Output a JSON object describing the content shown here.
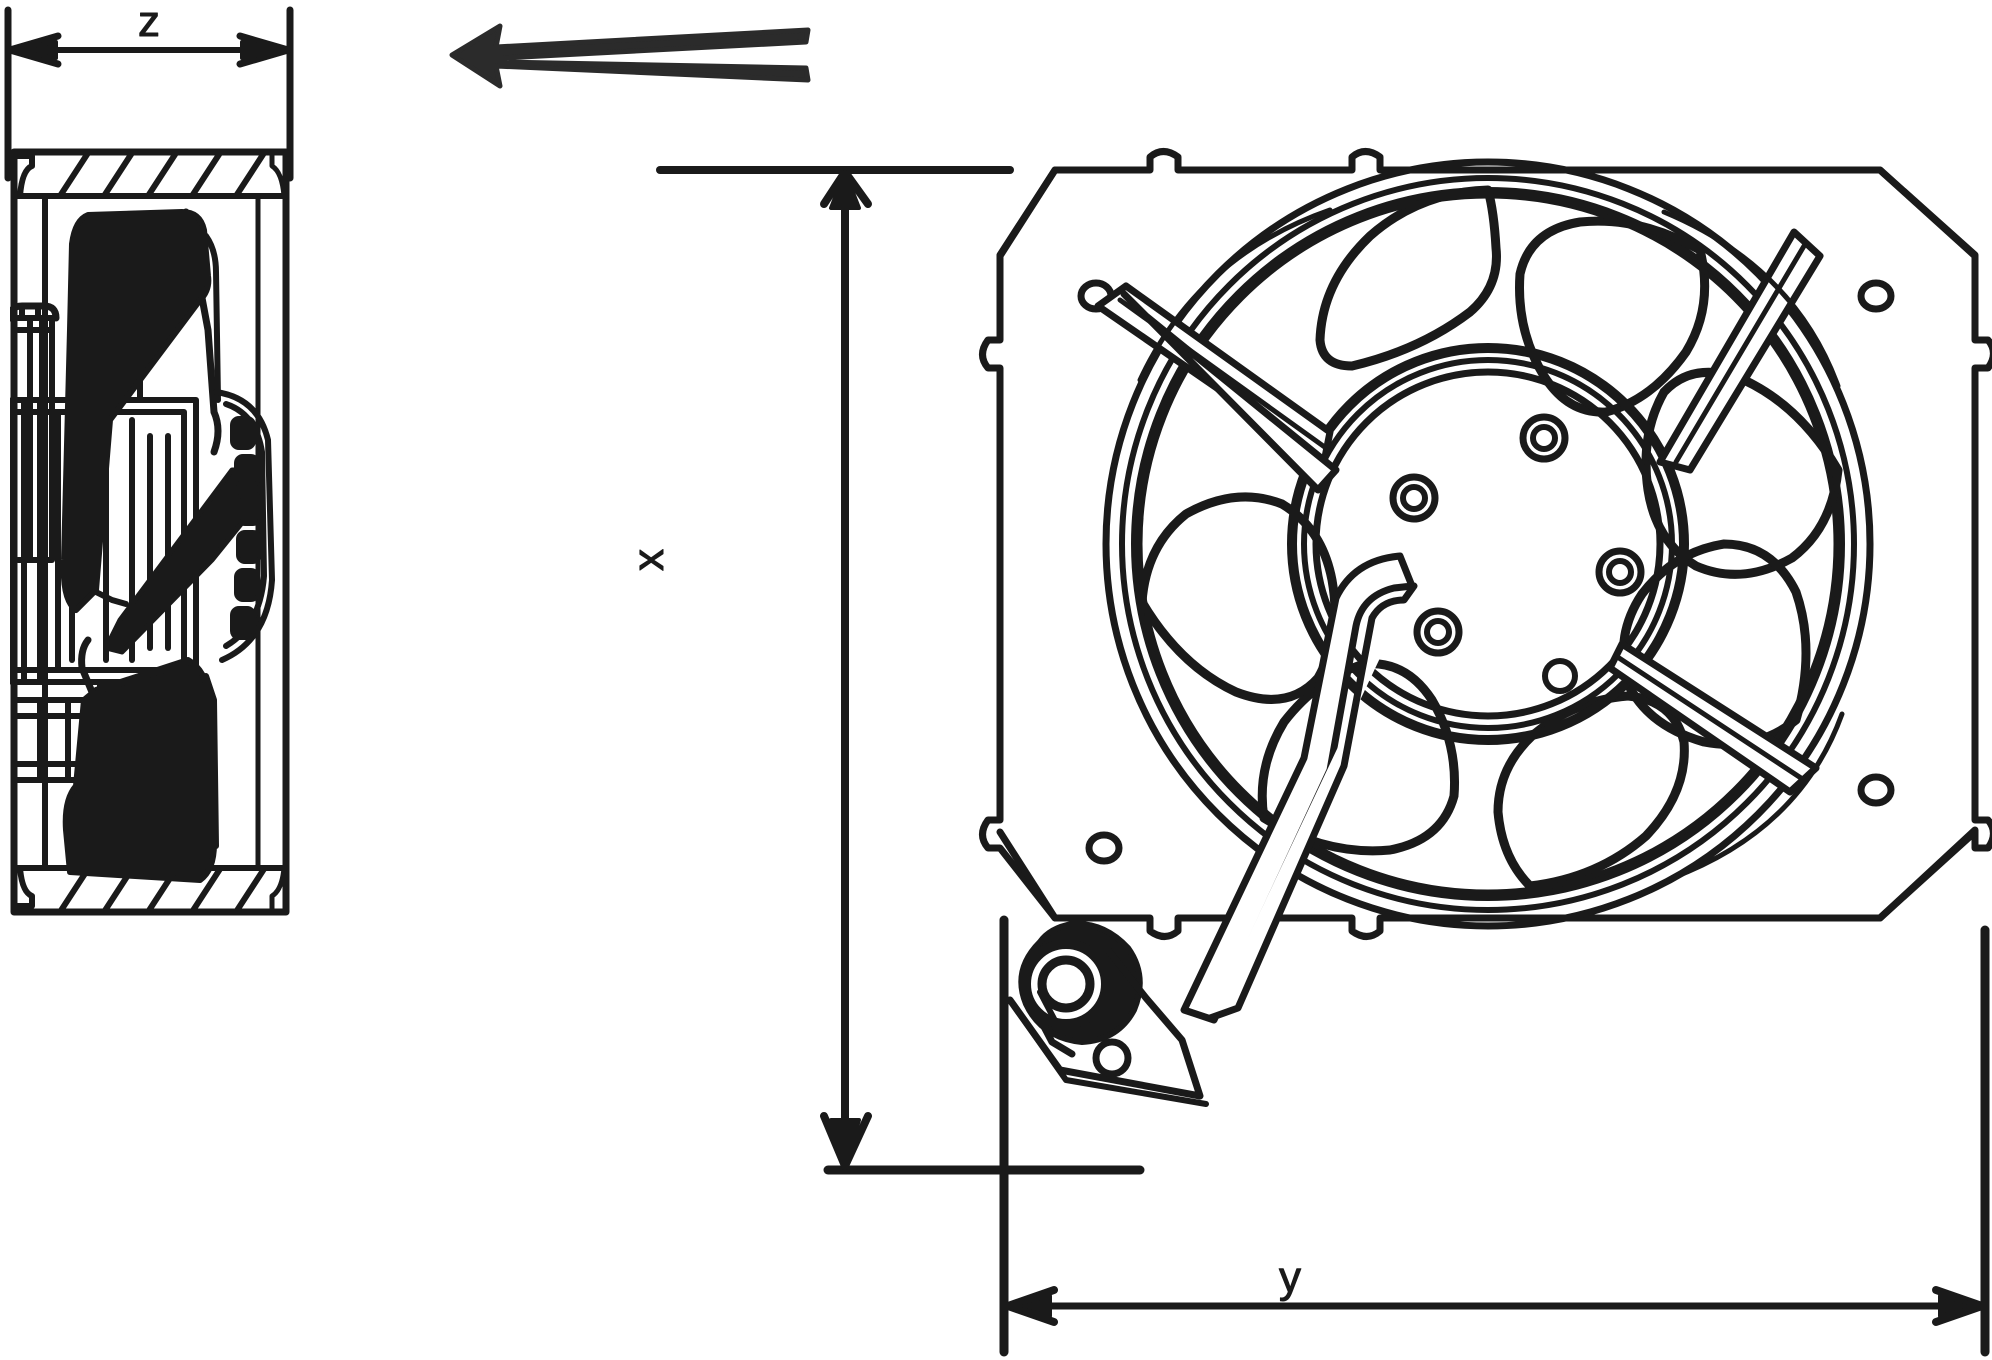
{
  "drawing": {
    "title": "Axial fan dimensional drawing",
    "type": "engineering-line-drawing",
    "line_color": "#1a1a1a",
    "background_color": "#ffffff",
    "views": [
      {
        "name": "side-section-view",
        "label": "side view",
        "description": "Cross-section side elevation of axial fan showing hatched housing walls, impeller blades in section, motor stator stack and bearing shaft"
      },
      {
        "name": "front-view",
        "label": "front view",
        "description": "Front elevation of square axial fan frame with chamfered corners, mounting holes, seven-blade impeller, hub with screw holes, support struts and cable strain relief"
      }
    ]
  },
  "dimensions": {
    "z": {
      "label": "z",
      "name": "depth-dimension",
      "orientation": "horizontal",
      "view": "side-section-view"
    },
    "x": {
      "label": "x",
      "name": "height-dimension",
      "orientation": "vertical",
      "view": "front-view"
    },
    "y": {
      "label": "y",
      "name": "width-dimension",
      "orientation": "horizontal",
      "view": "front-view"
    }
  },
  "annotations": {
    "airflow_arrow": {
      "name": "airflow-direction-arrow",
      "label": "",
      "direction": "left",
      "description": "Tapered solid arrow indicating direction of air flow"
    }
  },
  "details": {
    "hub_screw_holes": 5,
    "corner_mounting_holes": 4,
    "impeller_blades": 7,
    "frame_notches": 8,
    "cable_grommet": "strain-relief-bushing"
  }
}
